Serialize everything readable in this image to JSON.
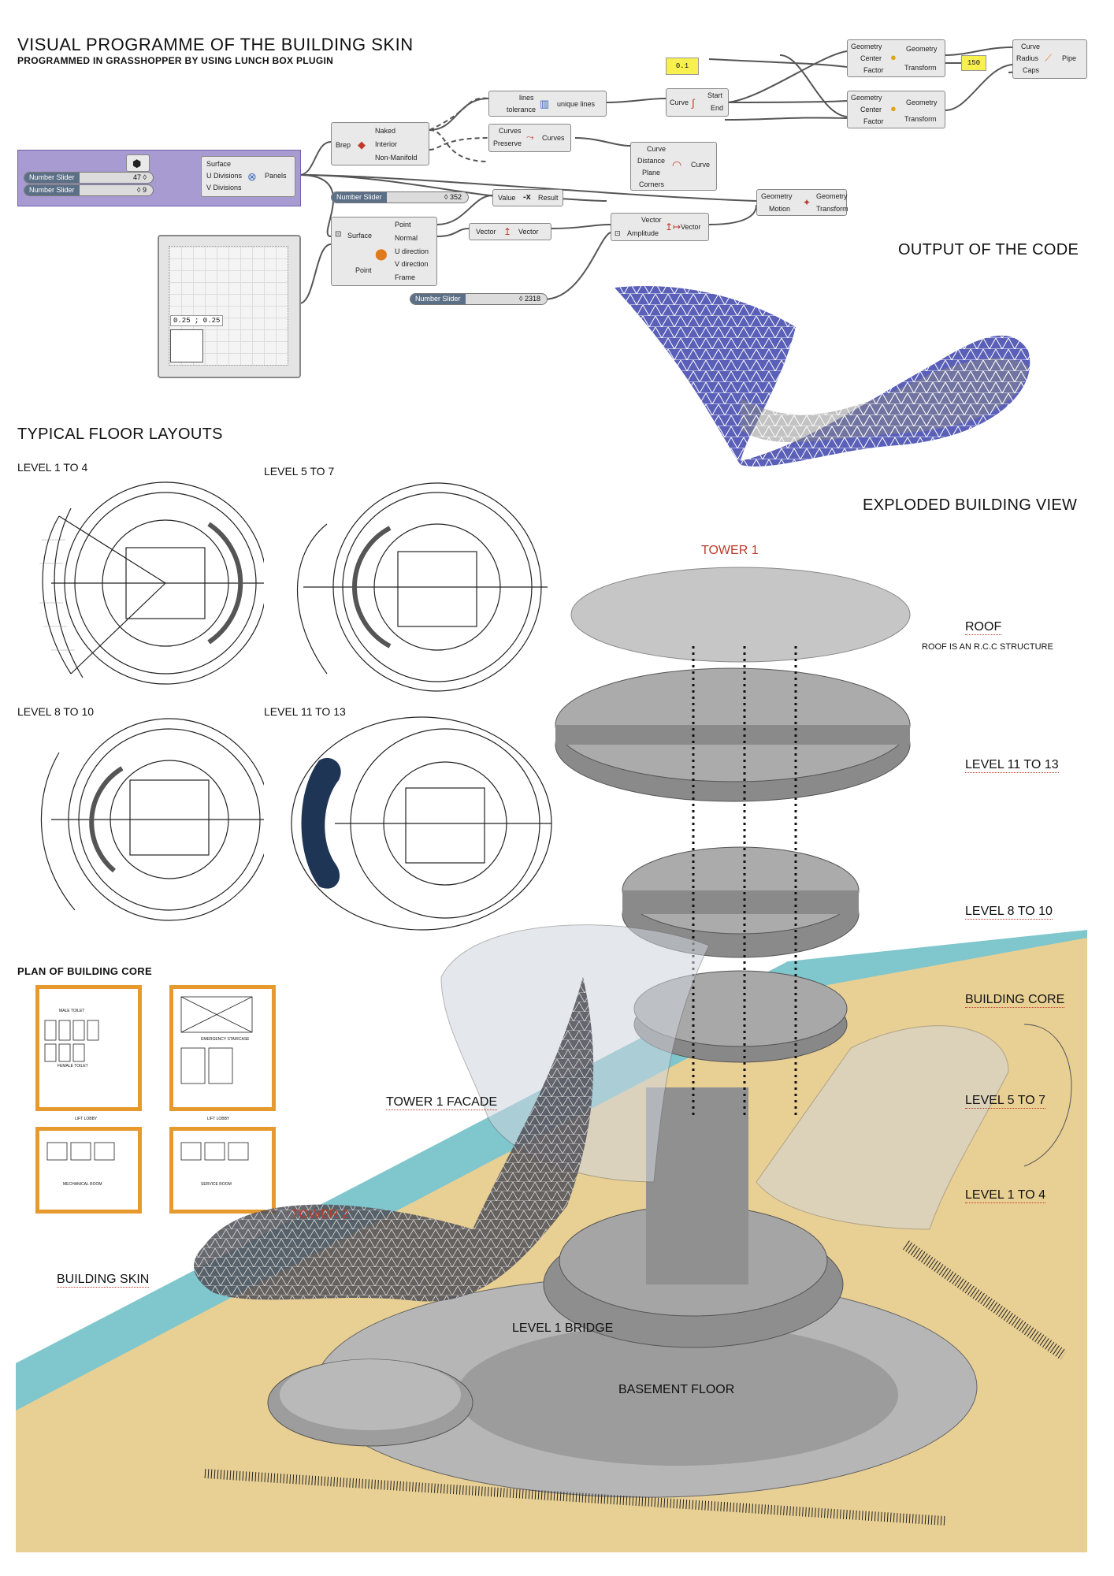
{
  "header": {
    "title": "VISUAL PROGRAMME OF THE BUILDING SKIN",
    "subtitle": "PROGRAMMED IN GRASSHOPPER BY USING LUNCH BOX PLUGIN"
  },
  "grasshopper": {
    "sliders": {
      "u_label": "Number Slider",
      "u_value": "47 ◊",
      "v_label": "Number Slider",
      "v_value": "◊ 9",
      "value_label": "Number Slider",
      "value_value": "◊ 352",
      "amp_label": "Number Slider",
      "amp_value": "◊ 2318"
    },
    "panels": {
      "p1": "0.1",
      "p2": "150"
    },
    "graph_mapper_value": "0.25 ; 0.25",
    "nodes": {
      "panels_in": [
        "Surface",
        "U Divisions",
        "V Divisions"
      ],
      "panels_out": "Panels",
      "brep_in": "Brep",
      "brep_out": [
        "Naked",
        "Interior",
        "Non-Manifold"
      ],
      "lines_in": [
        "lines",
        "tolerance"
      ],
      "lines_out": "unique lines",
      "curves_in": [
        "Curves",
        "Preserve"
      ],
      "curves_out": "Curves",
      "offset_in": [
        "Curve",
        "Distance",
        "Plane",
        "Corners"
      ],
      "offset_out": "Curve",
      "eval_in": [
        "Surface",
        "Point"
      ],
      "eval_out": [
        "Point",
        "Normal",
        "U direction",
        "V direction",
        "Frame"
      ],
      "vector_in": "Vector",
      "vector_out": "Vector",
      "amp_in": [
        "Vector",
        "Amplitude"
      ],
      "amp_out": "Vector",
      "neg_in": "Value",
      "neg_out": "Result",
      "move_in": [
        "Geometry",
        "Motion"
      ],
      "move_out": [
        "Geometry",
        "Transform"
      ],
      "curve_in": [
        "Curve",
        "Start",
        "End"
      ],
      "scale1_in": [
        "Geometry",
        "Center",
        "Factor"
      ],
      "scale1_out": [
        "Geometry",
        "Transform"
      ],
      "scale2_in": [
        "Geometry",
        "Center",
        "Factor"
      ],
      "scale2_out": [
        "Geometry",
        "Transform"
      ],
      "pipe_in": [
        "Curve",
        "Radius",
        "Caps"
      ],
      "pipe_out": "Pipe"
    }
  },
  "sections": {
    "output": "OUTPUT OF THE CODE",
    "floor_layouts": "TYPICAL FLOOR LAYOUTS",
    "exploded": "EXPLODED BUILDING VIEW",
    "core_plan": "PLAN OF BUILDING CORE"
  },
  "floor_plans": [
    "LEVEL 1 TO 4",
    "LEVEL 5 TO 7",
    "LEVEL 8 TO 10",
    "LEVEL 11  TO 13"
  ],
  "core_labels": {
    "male_toilet": "MALE TOILET",
    "female_toilet": "FEMALE TOILET",
    "lift_lobby_1": "LIFT LOBBY",
    "lift_lobby_2": "LIFT LOBBY",
    "emergency": "EMERGENCY STAIRCASE",
    "mech_room": "MECHANICAL ROOM",
    "service_room": "SERVICE ROOM"
  },
  "exploded_labels": {
    "tower1": "TOWER 1",
    "tower2": "TOWER 2",
    "roof": "ROOF",
    "roof_note": "ROOF IS AN R.C.C STRUCTURE",
    "l11": "LEVEL 11 TO 13",
    "l8": "LEVEL  8 TO 10",
    "core": "BUILDING CORE",
    "l5": "LEVEL  5 TO 7",
    "l1": "LEVEL  1 TO 4",
    "facade": "TOWER 1 FACADE",
    "skin": "BUILDING SKIN",
    "bridge": "LEVEL 1 BRIDGE",
    "basement": "BASEMENT FLOOR"
  },
  "colors": {
    "accent_red": "#c0392b",
    "sand": "#e8cf94",
    "water": "#7fc6cd",
    "purple_node": "#a79bd1",
    "glass_blue": "#5a5fb8"
  }
}
